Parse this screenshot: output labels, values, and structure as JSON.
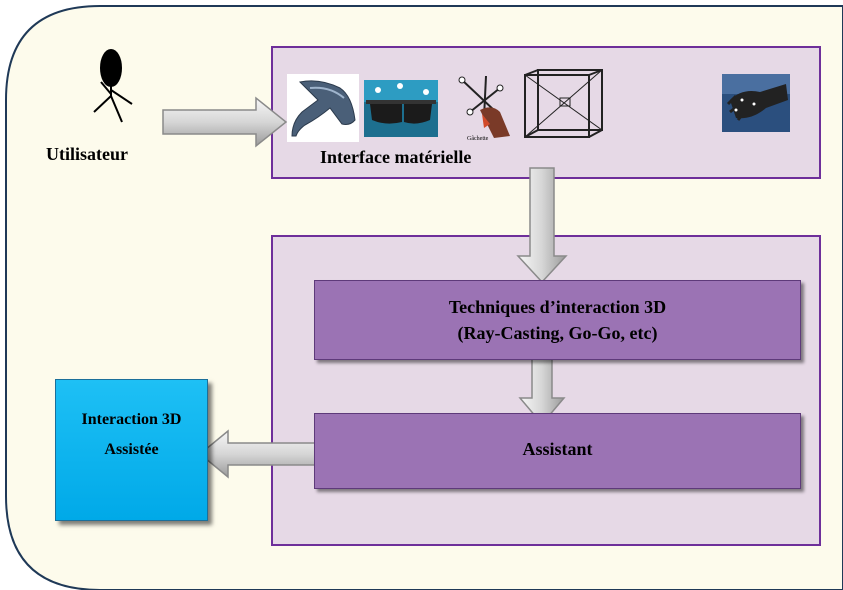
{
  "diagram": {
    "user": {
      "label": "Utilisateur"
    },
    "hardware_interface": {
      "label": "Interface matérielle",
      "small_caption": "Gâchette"
    },
    "techniques": {
      "line1": "Techniques d’interaction 3D",
      "line2": "(Ray-Casting, Go-Go, etc)"
    },
    "assistant": {
      "label": "Assistant"
    },
    "assisted_interaction": {
      "line1": "Interaction 3D",
      "line2": "Assistée"
    }
  },
  "colors": {
    "background": "#fdfbec",
    "panel_fill": "#e6d9e6",
    "panel_border": "#6e2f9a",
    "box_fill": "#9b73b4",
    "assisted_fill": "#00b0f0",
    "arrow_fill": "#e3e3e3"
  }
}
